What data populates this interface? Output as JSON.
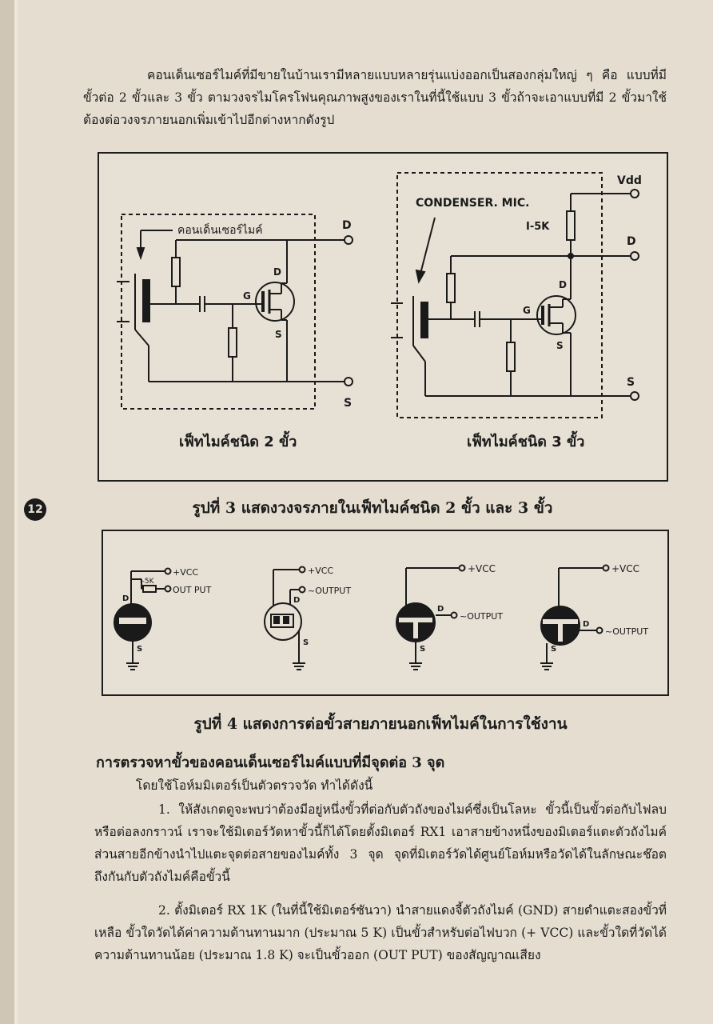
{
  "intro_paragraph": "คอนเด็นเซอร์ไมค์ที่มีขายในบ้านเรามีหลายแบบหลายรุ่นแบ่งออกเป็นสองกลุ่มใหญ่ ๆ คือ แบบที่มีขั้วต่อ 2 ขั้วและ 3 ขั้ว ตามวงจรไมโครโฟนคุณภาพสูงของเราในที่นี้ใช้แบบ 3 ขั้วถ้าจะเอาแบบที่มี 2 ขั้วมาใช้ต้องต่อวงจรภายนอกเพิ่มเข้าไปอีกต่างหากดังรูป",
  "figure3": {
    "left": {
      "mic_label": "คอนเด็นเซอร์ไมค์",
      "terminal_d": "D",
      "terminal_s": "S",
      "fet_d": "D",
      "fet_g": "G",
      "fet_s": "S",
      "caption": "เฟ็ทไมค์ชนิด 2 ขั้ว"
    },
    "right": {
      "mic_label": "CONDENSER. MIC.",
      "terminal_vdd": "Vdd",
      "resistor_label": "I-5K",
      "terminal_d": "D",
      "terminal_s": "S",
      "fet_d": "D",
      "fet_g": "G",
      "fet_s": "S",
      "caption": "เฟ็ทไมค์ชนิด 3 ขั้ว"
    },
    "caption": "รูปที่ 3 แสดงวงจรภายในเฟ็ทไมค์ชนิด 2 ขั้ว และ 3 ขั้ว"
  },
  "page_number": "12",
  "figure4": {
    "m1": {
      "vcc": "+VCC",
      "res": "I-5K",
      "out": "OUT PUT",
      "d": "D",
      "s": "S"
    },
    "m2": {
      "vcc": "+VCC",
      "out": "~OUTPUT",
      "d": "D",
      "s": "S"
    },
    "m3": {
      "vcc": "+VCC",
      "out": "~OUTPUT",
      "d": "D",
      "s": "S"
    },
    "m4": {
      "vcc": "+VCC",
      "out": "~OUTPUT",
      "d": "D",
      "s": "S"
    },
    "caption": "รูปที่ 4 แสดงการต่อขั้วสายภายนอกเฟ็ทไมค์ในการใช้งาน"
  },
  "section_heading": "การตรวจหาขั้วของคอนเด็นเซอร์ไมค์แบบที่มีจุดต่อ 3 จุด",
  "section_intro": "โดยใช้โอห์มมิเตอร์เป็นตัวตรวจวัด ทำได้ดังนี้",
  "step1": "1. ให้สังเกตดูจะพบว่าต้องมีอยู่หนึ่งขั้วที่ต่อกับตัวถังของไมค์ซึ่งเป็นโลหะ ขั้วนี้เป็นขั้วต่อกับไฟลบหรือต่อลงกราวน์ เราจะใช้มิเตอร์วัดหาขั้วนี้ก็ได้โดยตั้งมิเตอร์ RX1 เอาสายข้างหนึ่งของมิเตอร์แตะตัวถังไมค์ส่วนสายอีกข้างนำไปแตะจุดต่อสายของไมค์ทั้ง 3 จุด จุดที่มิเตอร์วัดได้ศูนย์โอห์มหรือวัดได้ในลักษณะช๊อตถึงกันกับตัวถังไมค์คือขั้วนี้",
  "step2": "2. ตั้งมิเตอร์ RX 1K (ในที่นี้ใช้มิเตอร์ซันวา) นำสายแดงจี้ตัวถังไมค์ (GND) สายดำแตะสองขั้วที่เหลือ ขั้วใดวัดได้ค่าความต้านทานมาก (ประมาณ 5 K) เป็นขั้วสำหรับต่อไฟบวก (+ VCC) และขั้วใดที่วัดได้ความต้านทานน้อย (ประมาณ 1.8 K) จะเป็นขั้วออก (OUT PUT) ของสัญญาณเสียง"
}
